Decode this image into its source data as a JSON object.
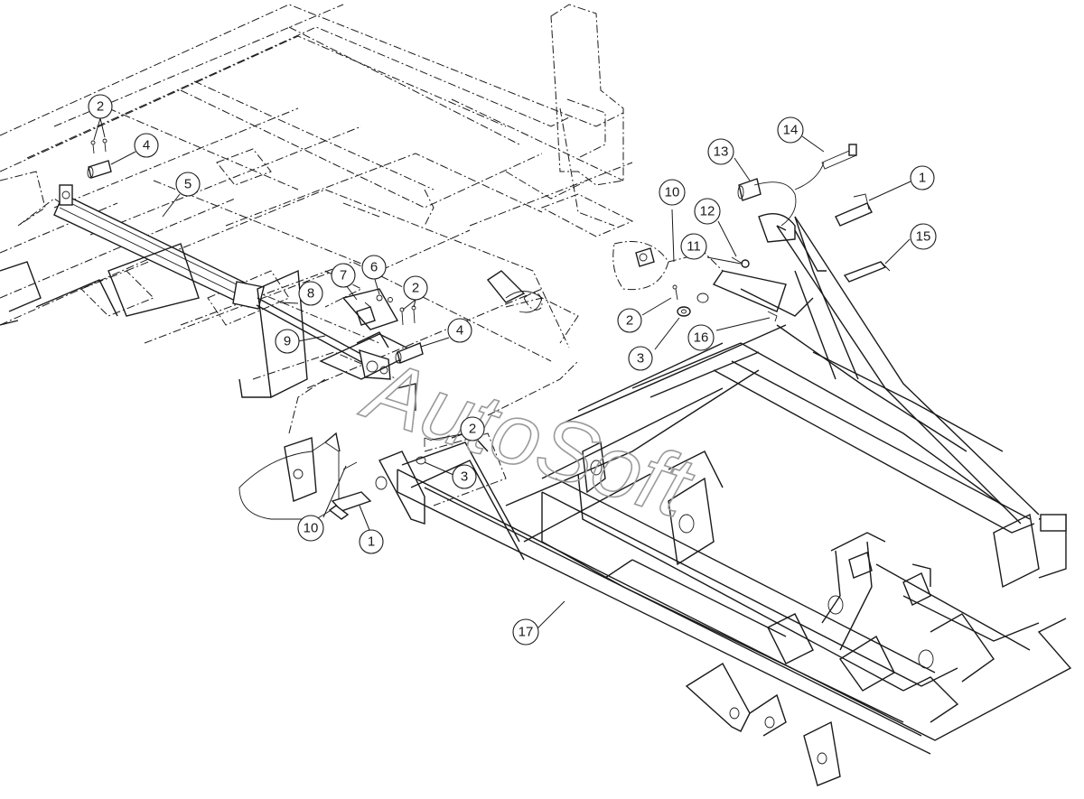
{
  "watermark": "AutoSoft",
  "callouts": [
    {
      "id": "c2a",
      "label": "2"
    },
    {
      "id": "c4a",
      "label": "4"
    },
    {
      "id": "c5",
      "label": "5"
    },
    {
      "id": "c8",
      "label": "8"
    },
    {
      "id": "c7",
      "label": "7"
    },
    {
      "id": "c6",
      "label": "6"
    },
    {
      "id": "c2b",
      "label": "2"
    },
    {
      "id": "c9",
      "label": "9"
    },
    {
      "id": "c4b",
      "label": "4"
    },
    {
      "id": "c2c",
      "label": "2"
    },
    {
      "id": "c3a",
      "label": "3"
    },
    {
      "id": "c10a",
      "label": "10"
    },
    {
      "id": "c1a",
      "label": "1"
    },
    {
      "id": "c17",
      "label": "17"
    },
    {
      "id": "c14",
      "label": "14"
    },
    {
      "id": "c13",
      "label": "13"
    },
    {
      "id": "c10b",
      "label": "10"
    },
    {
      "id": "c12",
      "label": "12"
    },
    {
      "id": "c1b",
      "label": "1"
    },
    {
      "id": "c11",
      "label": "11"
    },
    {
      "id": "c15",
      "label": "15"
    },
    {
      "id": "c2d",
      "label": "2"
    },
    {
      "id": "c3b",
      "label": "3"
    },
    {
      "id": "c16",
      "label": "16"
    }
  ]
}
